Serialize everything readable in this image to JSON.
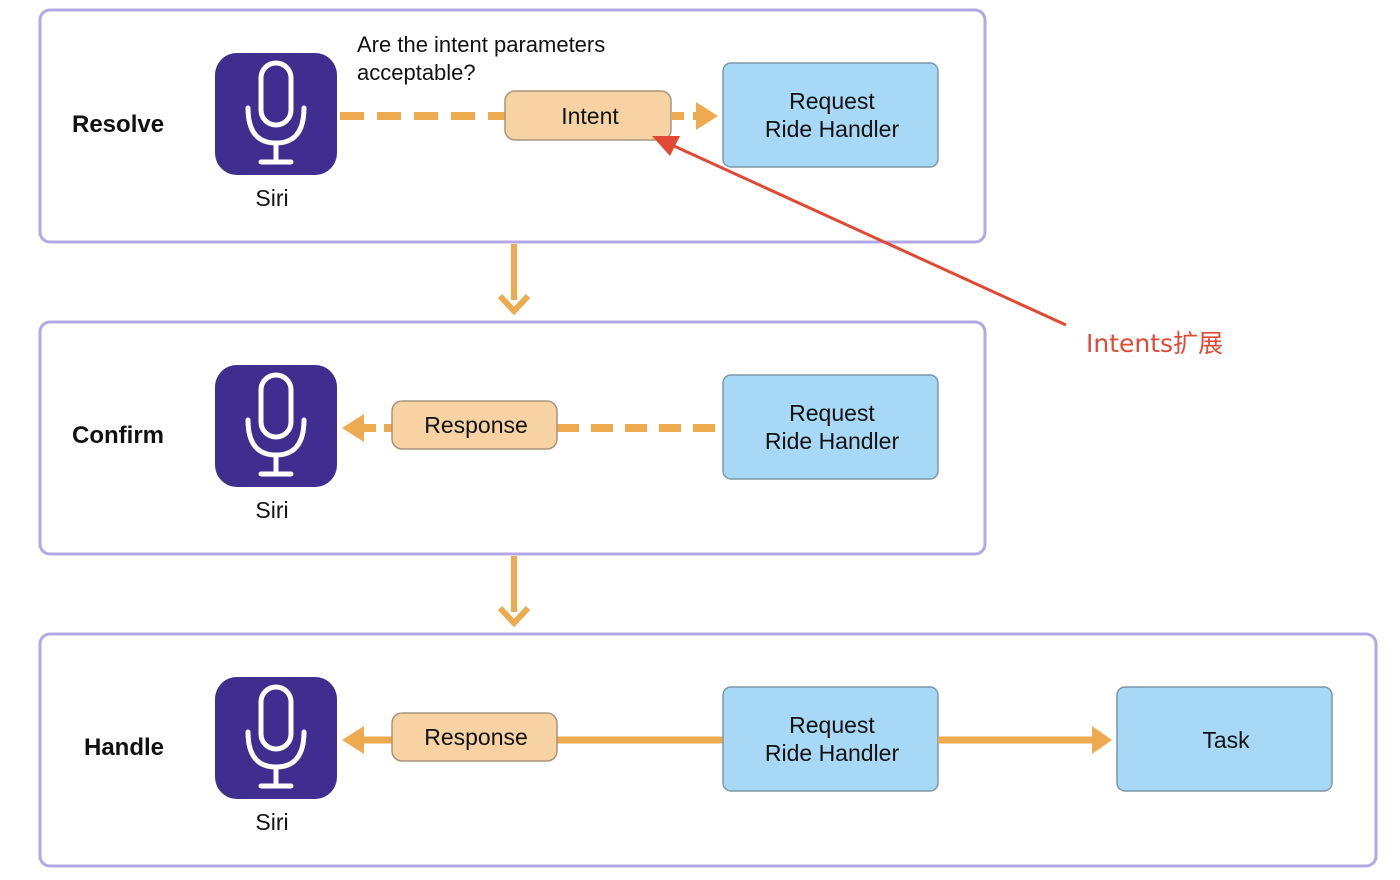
{
  "colors": {
    "panel_border": "#b3a8e6",
    "siri_bg": "#3f2e8f",
    "handler_fill": "#a7d9f7",
    "message_fill": "#f7d2a3",
    "flow_arrow": "#eeaa4e",
    "annotation": "#e04a35"
  },
  "stages": {
    "resolve": {
      "label": "Resolve",
      "siri_caption": "Siri",
      "question_line1": "Are the intent parameters",
      "question_line2": "acceptable?",
      "message": "Intent",
      "handler_line1": "Request",
      "handler_line2": "Ride Handler"
    },
    "confirm": {
      "label": "Confirm",
      "siri_caption": "Siri",
      "message": "Response",
      "handler_line1": "Request",
      "handler_line2": "Ride Handler"
    },
    "handle": {
      "label": "Handle",
      "siri_caption": "Siri",
      "message": "Response",
      "handler_line1": "Request",
      "handler_line2": "Ride Handler",
      "task": "Task"
    }
  },
  "annotation": {
    "text": "Intents扩展"
  },
  "icons": {
    "siri": "microphone-icon"
  }
}
